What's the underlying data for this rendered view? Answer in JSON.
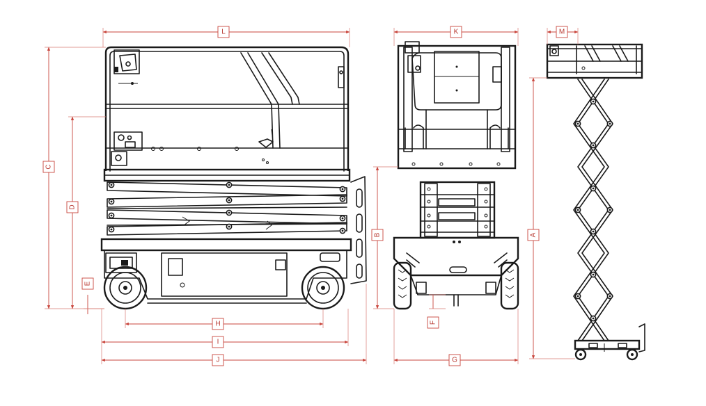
{
  "colors": {
    "line": "#1a1a1a",
    "dimension": "#c9453c",
    "background": "#ffffff"
  },
  "dimensions": {
    "L": "L",
    "K": "K",
    "M": "M",
    "C": "C",
    "D": "D",
    "E": "E",
    "B": "B",
    "A": "A",
    "F": "F",
    "H": "H",
    "I": "I",
    "J": "J",
    "G": "G"
  }
}
